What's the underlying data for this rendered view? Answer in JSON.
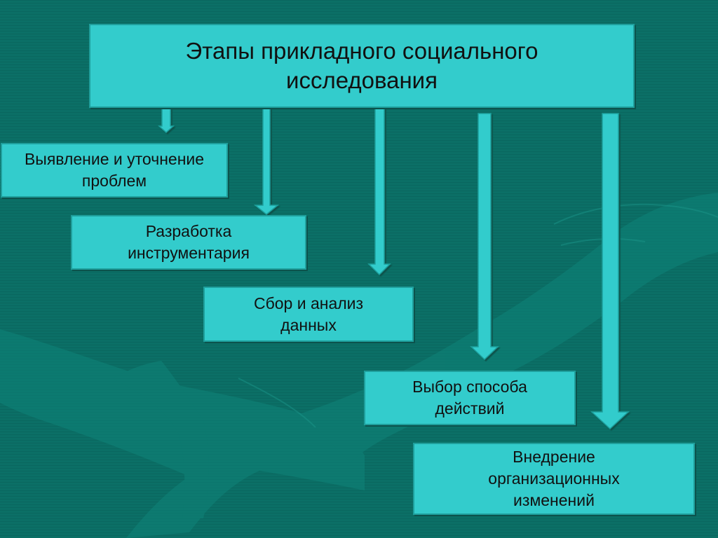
{
  "diagram": {
    "title": "Этапы прикладного социального исследования",
    "steps": [
      {
        "label": "Выявление и уточнение проблем"
      },
      {
        "label": "Разработка инструментария"
      },
      {
        "label": "Сбор и анализ данных"
      },
      {
        "label": "Выбор способа действий"
      },
      {
        "label": "Внедрение организационных изменений"
      }
    ]
  },
  "colors": {
    "background": "#0b6f66",
    "box_fill": "#33cccc",
    "arrow_fill": "#33cccc"
  }
}
